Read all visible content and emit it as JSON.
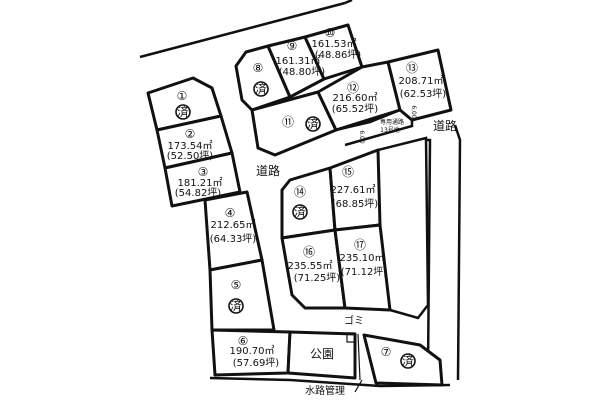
{
  "labels": {
    "road": "道路",
    "road_right": "道路",
    "park": "公園",
    "garbage": "ゴミ",
    "waterway": "水路管理",
    "private_road": "専用通路",
    "private_road_lot": "13号地",
    "width_a": "6.00",
    "width_b": "6.00",
    "sold_mark": "済"
  },
  "lots": [
    {
      "no": "①",
      "sold": true
    },
    {
      "no": "②",
      "area": "173.54㎡",
      "tsubo": "(52.50坪)"
    },
    {
      "no": "③",
      "area": "181.21㎡",
      "tsubo": "(54.82坪)"
    },
    {
      "no": "④",
      "area": "212.65㎡",
      "tsubo": "(64.33坪)"
    },
    {
      "no": "⑤",
      "sold": true
    },
    {
      "no": "⑥",
      "area": "190.70㎡",
      "tsubo": "(57.69坪)"
    },
    {
      "no": "⑦",
      "sold": true
    },
    {
      "no": "⑧",
      "sold": true
    },
    {
      "no": "⑨",
      "area": "161.31㎡",
      "tsubo": "(48.80坪)"
    },
    {
      "no": "⑩",
      "area": "161.53㎡",
      "tsubo": "(48.86坪)"
    },
    {
      "no": "⑪",
      "sold": true
    },
    {
      "no": "⑫",
      "area": "216.60㎡",
      "tsubo": "(65.52坪)"
    },
    {
      "no": "⑬",
      "area": "208.71㎡",
      "tsubo": "(62.53坪)"
    },
    {
      "no": "⑭",
      "sold": true
    },
    {
      "no": "⑮",
      "area": "227.61㎡",
      "tsubo": "(68.85坪)"
    },
    {
      "no": "⑯",
      "area": "235.55㎡",
      "tsubo": "(71.25坪)"
    },
    {
      "no": "⑰",
      "area": "235.10㎡",
      "tsubo": "(71.12坪)"
    }
  ]
}
